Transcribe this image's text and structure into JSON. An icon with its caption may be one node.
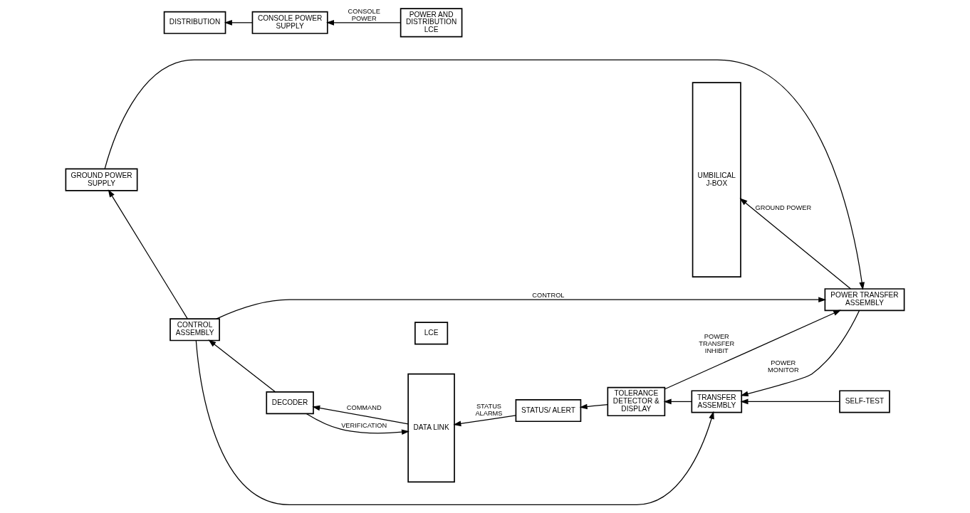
{
  "diagram": {
    "nodes": [
      {
        "text": [
          "UMBILICAL J-BOX"
        ]
      },
      {
        "text": [
          "LCE"
        ]
      },
      {
        "text": [
          "DATA LINK"
        ]
      },
      {
        "text": [
          "DECODER"
        ]
      },
      {
        "text": [
          "POWER TRANSFER ASSEMBLY"
        ]
      },
      {
        "text": [
          "GROUND POWER SUPPLY"
        ]
      },
      {
        "text": [
          "CONTROL ASSEMBLY"
        ]
      },
      {
        "text": [
          "TRANSFER ASSEMBLY"
        ]
      },
      {
        "text": [
          "SELF-TEST"
        ]
      },
      {
        "text": [
          "TOLERANCE DETECTOR & DISPLAY"
        ]
      },
      {
        "text": [
          "STATUS/ ALERT"
        ]
      },
      {
        "text": [
          "DISTRIBUTION"
        ]
      },
      {
        "text": [
          "CONSOLE POWER SUPPLY"
        ]
      },
      {
        "text": [
          "POWER AND DISTRIBUTION LCE"
        ]
      }
    ],
    "edges": [
      {
        "from": 2,
        "to": 3,
        "arrow": "to",
        "label": "COMMAND"
      },
      {
        "from": 3,
        "to": 2,
        "arrow": "to",
        "label": "VERIFICATION"
      },
      {
        "from": 3,
        "to": 6,
        "arrow": "to"
      },
      {
        "from": 6,
        "to": 4,
        "arrow": "to",
        "label": "CONTROL"
      },
      {
        "from": 6,
        "to": 5,
        "arrow": "to"
      },
      {
        "from": 5,
        "to": 4,
        "arrow": "to"
      },
      {
        "from": 4,
        "to": 0,
        "arrow": "to",
        "label": "GROUND POWER"
      },
      {
        "from": 4,
        "to": 7,
        "arrow": "to",
        "label": "POWER MONITOR"
      },
      {
        "from": 6,
        "to": 7,
        "arrow": "to"
      },
      {
        "from": 8,
        "to": 7,
        "arrow": "to"
      },
      {
        "from": 7,
        "to": 9,
        "arrow": "to"
      },
      {
        "from": 9,
        "to": 4,
        "arrow": "to",
        "label": "POWER TRANSFER INHIBIT"
      },
      {
        "from": 9,
        "to": 10,
        "arrow": "to"
      },
      {
        "from": 10,
        "to": 2,
        "arrow": "to",
        "label": "STATUS ALARMS"
      },
      {
        "from": 13,
        "to": 12,
        "arrow": "to",
        "label": "CONSOLE POWER"
      },
      {
        "from": 12,
        "to": 11,
        "arrow": "to"
      }
    ]
  }
}
